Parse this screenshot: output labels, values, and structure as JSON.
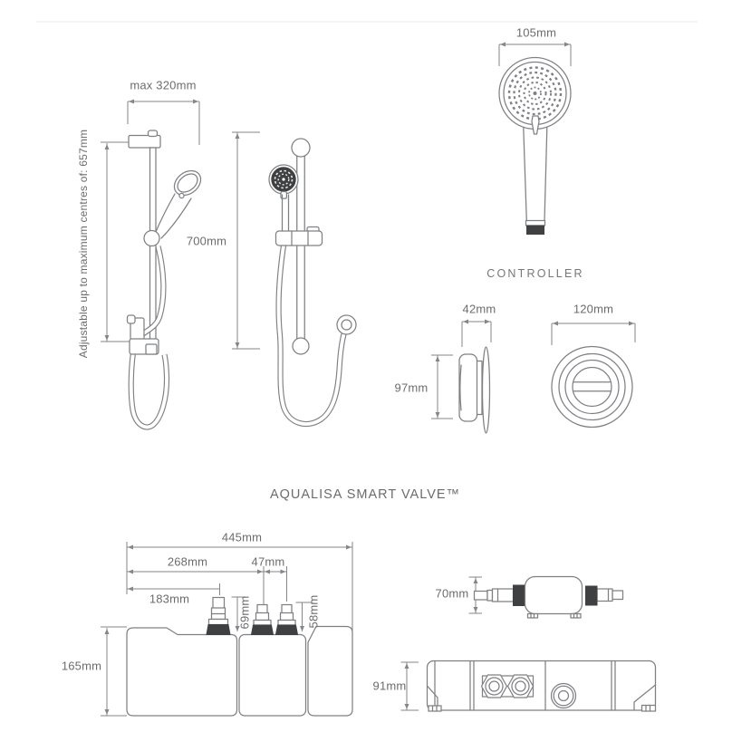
{
  "page": {
    "background": "#ffffff"
  },
  "colors": {
    "line": "#7f8084",
    "dark_fill": "#3f4042",
    "text": "#6b6c6e",
    "faint_rule": "#ebebeb"
  },
  "sections": {
    "shower_rail_side_view": {
      "name": "shower rail side view",
      "max_width": "max 320mm",
      "adjustable_note": "Adjustable up to maximum centres of: 657mm"
    },
    "shower_rail_front_view": {
      "name": "shower rail front view",
      "rail_length": "700mm"
    },
    "handset_front_view": {
      "name": "shower handset front view",
      "head_diameter": "105mm"
    },
    "controller": {
      "heading": "CONTROLLER",
      "side_view": {
        "depth": "42mm",
        "height": "97mm"
      },
      "front_view": {
        "diameter": "120mm"
      }
    },
    "smart_valve": {
      "heading": "AQUALISA SMART VALVE™",
      "front_view": {
        "overall_width": "445mm",
        "centre_outlet_offset": "268mm",
        "outlet_spacing": "47mm",
        "first_outlet_offset": "183mm",
        "tall_spigot_height": "69mm",
        "short_spigot_height": "58mm",
        "body_height": "165mm"
      },
      "top_view": {
        "depth": "70mm"
      },
      "bottom_view": {
        "height": "91mm"
      }
    }
  }
}
